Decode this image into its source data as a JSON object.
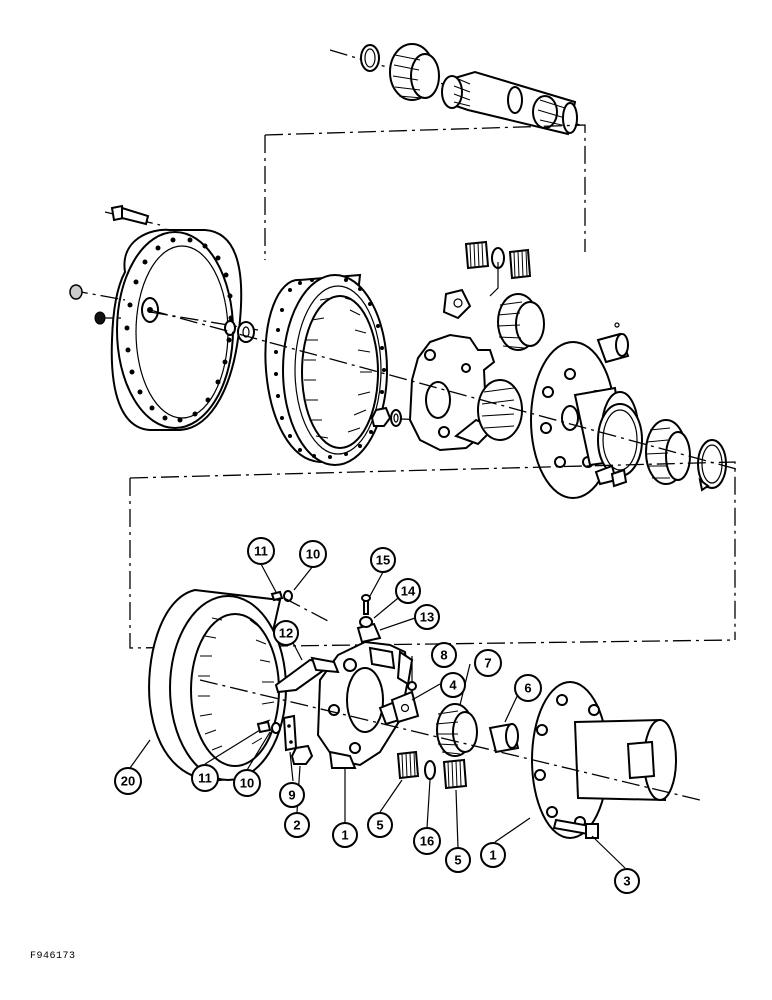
{
  "figure_code": "F946173",
  "callouts": [
    {
      "id": "c11a",
      "label": "11"
    },
    {
      "id": "c10a",
      "label": "10"
    },
    {
      "id": "c15",
      "label": "15"
    },
    {
      "id": "c14",
      "label": "14"
    },
    {
      "id": "c13",
      "label": "13"
    },
    {
      "id": "c12",
      "label": "12"
    },
    {
      "id": "c8",
      "label": "8"
    },
    {
      "id": "c4",
      "label": "4"
    },
    {
      "id": "c7",
      "label": "7"
    },
    {
      "id": "c6",
      "label": "6"
    },
    {
      "id": "c20",
      "label": "20"
    },
    {
      "id": "c11b",
      "label": "11"
    },
    {
      "id": "c10b",
      "label": "10"
    },
    {
      "id": "c9",
      "label": "9"
    },
    {
      "id": "c2",
      "label": "2"
    },
    {
      "id": "c1a",
      "label": "1"
    },
    {
      "id": "c5a",
      "label": "5"
    },
    {
      "id": "c16",
      "label": "16"
    },
    {
      "id": "c5b",
      "label": "5"
    },
    {
      "id": "c1b",
      "label": "1"
    },
    {
      "id": "c3",
      "label": "3"
    }
  ]
}
